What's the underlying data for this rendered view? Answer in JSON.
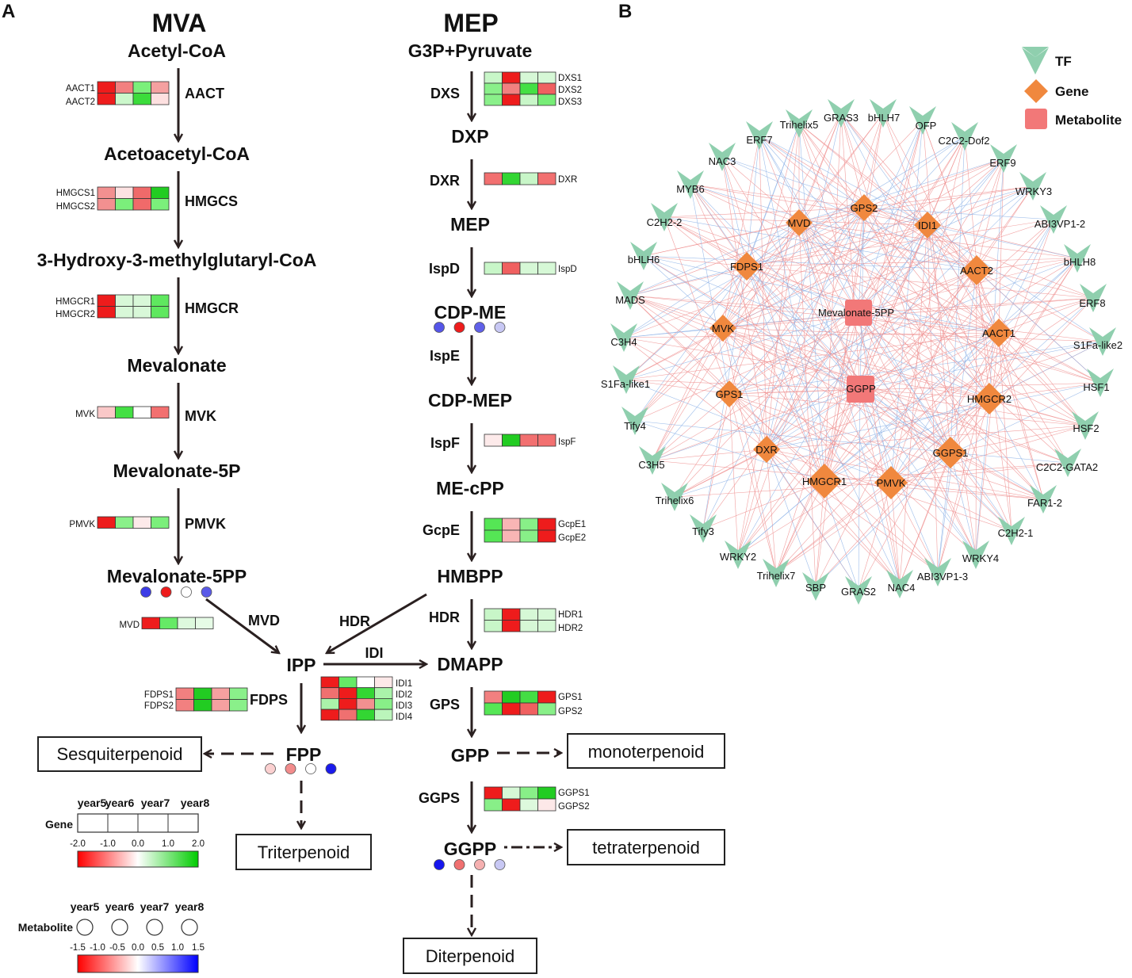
{
  "panels": {
    "a": "A",
    "b": "B"
  },
  "mva": {
    "title": "MVA",
    "metabolites": [
      "Acetyl-CoA",
      "Acetoacetyl-CoA",
      "3-Hydroxy-3-methylglutaryl-CoA",
      "Mevalonate",
      "Mevalonate-5P",
      "Mevalonate-5PP"
    ],
    "enzymes": [
      "AACT",
      "HMGCS",
      "HMGCR",
      "MVK",
      "PMVK",
      "MVD",
      "FDPS"
    ],
    "genes": {
      "aact": [
        "AACT1",
        "AACT2"
      ],
      "hmgcs": [
        "HMGCS1",
        "HMGCS2"
      ],
      "hmgcr": [
        "HMGCR1",
        "HMGCR2"
      ],
      "mvk": [
        "MVK"
      ],
      "pmvk": [
        "PMVK"
      ],
      "mvd": [
        "MVD"
      ],
      "fdps": [
        "FDPS1",
        "FDPS2"
      ]
    }
  },
  "mep": {
    "title": "MEP",
    "metabolites": [
      "G3P+Pyruvate",
      "DXP",
      "MEP",
      "CDP-ME",
      "CDP-MEP",
      "ME-cPP",
      "HMBPP",
      "DMAPP",
      "GPP",
      "GGPP"
    ],
    "enzymes": [
      "DXS",
      "DXR",
      "IspD",
      "IspE",
      "IspF",
      "GcpE",
      "HDR",
      "GPS",
      "GGPS"
    ],
    "genes": {
      "dxs": [
        "DXS1",
        "DXS2",
        "DXS3"
      ],
      "dxr": [
        "DXR"
      ],
      "ispd": [
        "IspD"
      ],
      "ispf": [
        "IspF"
      ],
      "gcpe": [
        "GcpE1",
        "GcpE2"
      ],
      "hdr": [
        "HDR1",
        "HDR2"
      ],
      "gps": [
        "GPS1",
        "GPS2"
      ],
      "ggps": [
        "GGPS1",
        "GGPS2"
      ]
    }
  },
  "center": {
    "ipp": "IPP",
    "fpp": "FPP",
    "hdr": "HDR",
    "idi": "IDI",
    "idi_genes": [
      "IDI1",
      "IDI2",
      "IDI3",
      "IDI4"
    ]
  },
  "products": [
    "Sesquiterpenoid",
    "Triterpenoid",
    "monoterpenoid",
    "tetraterpenoid",
    "Diterpenoid"
  ],
  "heatmaps": {
    "AACT": [
      [
        "#ee1c1c",
        "#f28080",
        "#7bef7b",
        "#f5a0a0"
      ],
      [
        "#ee1c1c",
        "#cbf7cb",
        "#3bdc3b",
        "#fde0e0"
      ]
    ],
    "HMGCS": [
      [
        "#f29090",
        "#fde2e2",
        "#f06a6a",
        "#22cc22"
      ],
      [
        "#f29090",
        "#7bef7b",
        "#f06a6a",
        "#7bef7b"
      ]
    ],
    "HMGCR": [
      [
        "#ee1c1c",
        "#d8f8d8",
        "#d8f8d8",
        "#5fe85f"
      ],
      [
        "#ee1c1c",
        "#d8f8d8",
        "#d8f8d8",
        "#5fe85f"
      ]
    ],
    "MVK": [
      [
        "#fac8c8",
        "#44e044",
        "#ffffff",
        "#f27070"
      ]
    ],
    "PMVK": [
      [
        "#ee1c1c",
        "#8af08a",
        "#fdeaea",
        "#7bef7b"
      ]
    ],
    "MVD": [
      [
        "#ee1c1c",
        "#66ea66",
        "#ddf9dd",
        "#e6fbe6"
      ]
    ],
    "FDPS": [
      [
        "#f28080",
        "#22cc22",
        "#f5a0a0",
        "#8af08a"
      ],
      [
        "#f28080",
        "#22cc22",
        "#f5a0a0",
        "#8af08a"
      ]
    ],
    "IDI": [
      [
        "#ee1c1c",
        "#66ea66",
        "#ffffff",
        "#fde8e8"
      ],
      [
        "#f07070",
        "#ee1c1c",
        "#33d633",
        "#aaf3aa"
      ],
      [
        "#aaf3aa",
        "#ee1c1c",
        "#f29090",
        "#88ef88"
      ],
      [
        "#ee1c1c",
        "#f07070",
        "#33d633",
        "#bbf5bb"
      ]
    ],
    "DXS": [
      [
        "#c8f6c8",
        "#ee1c1c",
        "#d6f8d6",
        "#d6f8d6"
      ],
      [
        "#8af08a",
        "#f28080",
        "#44e044",
        "#f06060"
      ],
      [
        "#8af08a",
        "#ee1c1c",
        "#c8f6c8",
        "#77ed77"
      ]
    ],
    "DXR": [
      [
        "#f27070",
        "#33d633",
        "#c8f6c8",
        "#f27070"
      ]
    ],
    "IspD": [
      [
        "#c8f6c8",
        "#f06060",
        "#d6f8d6",
        "#d6f8d6"
      ]
    ],
    "IspF": [
      [
        "#fdeaea",
        "#22cc22",
        "#f27070",
        "#f27070"
      ]
    ],
    "GcpE": [
      [
        "#55e655",
        "#f8b5b5",
        "#88ef88",
        "#ee1c1c"
      ],
      [
        "#55e655",
        "#f8b5b5",
        "#88ef88",
        "#ee1c1c"
      ]
    ],
    "HDR": [
      [
        "#c8f6c8",
        "#ee1c1c",
        "#d6f8d6",
        "#d6f8d6"
      ],
      [
        "#c8f6c8",
        "#ee1c1c",
        "#d6f8d6",
        "#d6f8d6"
      ]
    ],
    "GPS": [
      [
        "#f28080",
        "#22cc22",
        "#44dd44",
        "#ee1c1c"
      ],
      [
        "#55e655",
        "#ee1c1c",
        "#f06060",
        "#88ef88"
      ]
    ],
    "GGPS": [
      [
        "#ee1c1c",
        "#d6f8d6",
        "#88ef88",
        "#22cc22"
      ],
      [
        "#88ef88",
        "#ee1c1c",
        "#ddf9dd",
        "#fde8e8"
      ]
    ]
  },
  "dots": {
    "cdpme": [
      "#5555e8",
      "#ee1c1c",
      "#6060e8",
      "#c8c8f4"
    ],
    "mevalonate5pp": [
      "#3c3ce6",
      "#ee1c1c",
      "#ffffff",
      "#5a5ae8"
    ],
    "fpp": [
      "#fbd0d0",
      "#f28c8c",
      "#ffffff",
      "#1a1aec"
    ],
    "ggpp": [
      "#1616ee",
      "#f07070",
      "#f5b0b0",
      "#c8c8f4"
    ]
  },
  "legend": {
    "years": [
      "year5",
      "year6",
      "year7",
      "year8"
    ],
    "gene_label": "Gene",
    "metabolite_label": "Metabolite",
    "gene_ticks": [
      "-2.0",
      "-1.0",
      "0.0",
      "1.0",
      "2.0"
    ],
    "metabolite_ticks": [
      "-1.5",
      "-1.0",
      "-0.5",
      "0.0",
      "0.5",
      "1.0",
      "1.5"
    ],
    "gene_scale_colors": [
      "#ff0000",
      "#ffffff",
      "#00cc00"
    ],
    "metabolite_scale_colors": [
      "#ff0000",
      "#ffffff",
      "#0000ff"
    ]
  },
  "network": {
    "legend": [
      "TF",
      "Gene",
      "Metabolite"
    ],
    "colors": {
      "tf": "#8fcfae",
      "gene": "#f0883e",
      "metabolite": "#f27878",
      "edge_red": "#ef8e8e",
      "edge_blue": "#8cb2e6"
    },
    "tfs": [
      "Trihelix5",
      "GRAS3",
      "bHLH7",
      "OFP",
      "C2C2-Dof2",
      "ERF9",
      "WRKY3",
      "ABI3VP1-2",
      "bHLH8",
      "ERF8",
      "S1Fa-like2",
      "HSF1",
      "HSF2",
      "C2C2-GATA2",
      "FAR1-2",
      "C2H2-1",
      "WRKY4",
      "ABI3VP1-3",
      "NAC4",
      "GRAS2",
      "SBP",
      "Trihelix7",
      "WRKY2",
      "Tify3",
      "Trihelix6",
      "C3H5",
      "Tify4",
      "S1Fa-like1",
      "C3H4",
      "MADS",
      "bHLH6",
      "C2H2-2",
      "MYB6",
      "NAC3",
      "ERF7"
    ],
    "genes": [
      "GPS2",
      "MVD",
      "IDI1",
      "FDPS1",
      "AACT2",
      "MVK",
      "AACT1",
      "GPS1",
      "HMGCR2",
      "DXR",
      "GGPS1",
      "HMGCR1",
      "PMVK"
    ],
    "metabolites": [
      "Mevalonate-5PP",
      "GGPP"
    ]
  }
}
